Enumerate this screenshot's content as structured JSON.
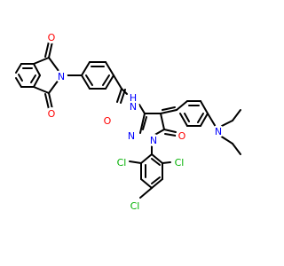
{
  "structure": {
    "atoms": {
      "o_top": {
        "text": "O",
        "color": "#ff0000"
      },
      "o_bottom": {
        "text": "O",
        "color": "#ff0000"
      },
      "n_imide": {
        "text": "N",
        "color": "#0000ff"
      },
      "o_amide": {
        "text": "O",
        "color": "#ff0000"
      },
      "nh_amide": {
        "text": "N",
        "color": "#0000ff"
      },
      "h_amide": {
        "text": "H",
        "color": "#0000ff"
      },
      "n_ring": {
        "text": "N",
        "color": "#0000ff"
      },
      "o_ring": {
        "text": "O",
        "color": "#ff0000"
      },
      "n_ring_sub": {
        "text": "N",
        "color": "#0000ff"
      },
      "n_amine": {
        "text": "N",
        "color": "#0000ff"
      },
      "cl_left": {
        "text": "Cl",
        "color": "#00b000"
      },
      "cl_right": {
        "text": "Cl",
        "color": "#00b000"
      },
      "cl_bottom": {
        "text": "Cl",
        "color": "#00b000"
      }
    }
  }
}
